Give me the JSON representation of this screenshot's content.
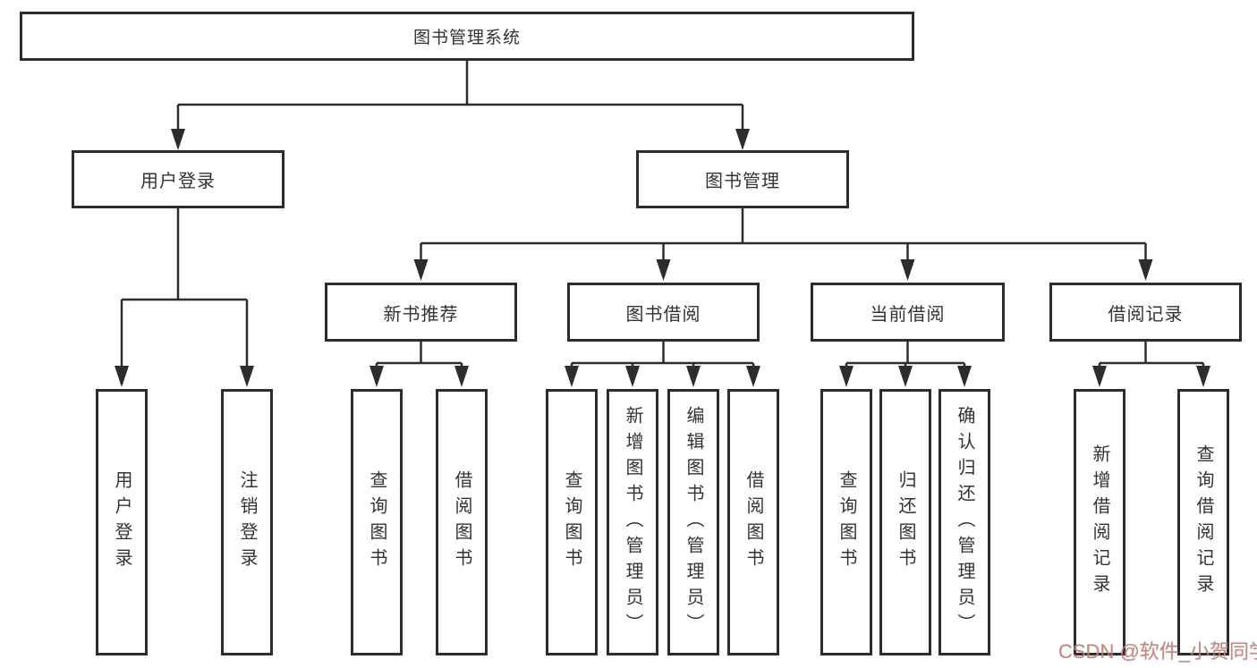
{
  "tree": {
    "root": "图书管理系统",
    "user": {
      "label": "用户登录",
      "children": [
        "用户登录",
        "注销登录"
      ]
    },
    "mgmt": {
      "label": "图书管理",
      "sections": [
        {
          "label": "新书推荐",
          "children": [
            "查询图书",
            "借阅图书"
          ]
        },
        {
          "label": "图书借阅",
          "children": [
            "查询图书",
            "新增图书（管理员）",
            "编辑图书（管理员）",
            "借阅图书"
          ]
        },
        {
          "label": "当前借阅",
          "children": [
            "查询图书",
            "归还图书",
            "确认归还（管理员）"
          ]
        },
        {
          "label": "借阅记录",
          "children": [
            "新增借阅记录",
            "查询借阅记录"
          ]
        }
      ]
    }
  },
  "watermark": "CSDN @软件_小贺同学",
  "colors": {
    "line": "#2d2d2d",
    "text": "#333333",
    "background": "#ffffff",
    "watermark": "#c68078"
  }
}
